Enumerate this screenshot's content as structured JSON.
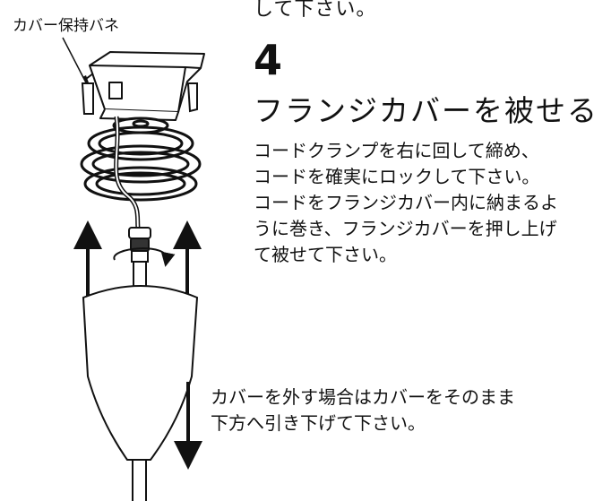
{
  "page": {
    "top_continuation": "して下さい。",
    "spring_label": "カバー保持バネ",
    "step": {
      "number": "4",
      "title": "フランジカバーを被せる",
      "instruction_lines": [
        "コードクランプを右に回して締め、",
        "コードを確実にロックして下さい。",
        "コードをフランジカバー内に納まるよ",
        "うに巻き、フランジカバーを押し上げ",
        "て被せて下さい。"
      ]
    },
    "removal_note_lines": [
      "カバーを外す場合はカバーをそのまま",
      "下方へ引き下げて下さい。"
    ]
  },
  "illustration": {
    "parts": [
      "flange-cover",
      "cover-retaining-spring",
      "coiled-cord",
      "cord-clamp",
      "pendant-shade",
      "cord"
    ],
    "rotation_direction": "clockwise",
    "push_arrows": "up",
    "pull_arrow": "down"
  }
}
